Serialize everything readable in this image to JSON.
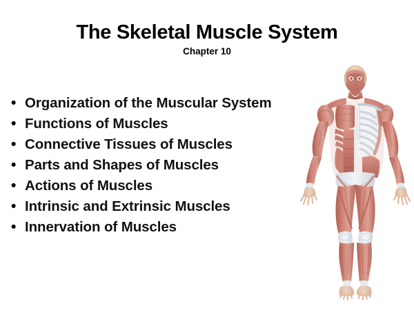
{
  "slide": {
    "title": "The Skeletal Muscle System",
    "subtitle": "Chapter 10",
    "background_color": "#ffffff",
    "text_color": "#000000"
  },
  "bullets": {
    "marker": "•",
    "items": [
      {
        "label": "Organization of the Muscular System"
      },
      {
        "label": "Functions of Muscles"
      },
      {
        "label": "Connective Tissues of Muscles"
      },
      {
        "label": "Parts and Shapes of Muscles"
      },
      {
        "label": "Actions of Muscles"
      },
      {
        "label": "Intrinsic and Extrinsic Muscles"
      },
      {
        "label": "Innervation of Muscles"
      }
    ]
  },
  "figure": {
    "name": "human-muscular-system-anterior-view",
    "description": "Anterior view of the human body showing the muscular system, with superficial muscles on the viewer's left and the rib cage and skeletal structures exposed on the viewer's right",
    "colors": {
      "muscle_mid": "#c8776b",
      "muscle_light": "#dd9b8d",
      "muscle_dark": "#ab5a50",
      "muscle_deep": "#94473f",
      "bone": "#e7eaef",
      "bone_shadow": "#c9cfd8",
      "tendon": "#eff2f5",
      "skin": "#e8c6ad",
      "outline": "#a8574c"
    }
  }
}
